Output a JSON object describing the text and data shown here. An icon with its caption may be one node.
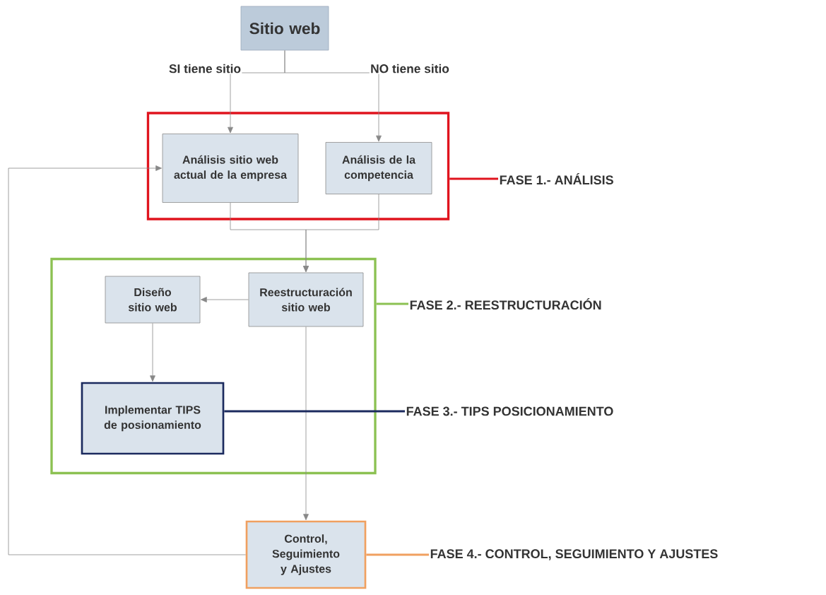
{
  "diagram": {
    "nodes": [
      {
        "text": [
          "Sitio web"
        ]
      },
      {
        "text": [],
        "shape": "box"
      },
      {
        "text": [
          "Análisis sitio web actual de la empresa"
        ],
        "in": 1
      },
      {
        "text": [
          "Análisis de la competencia"
        ],
        "in": 1
      },
      {
        "text": [
          "FASE 1.- ANÁLISIS"
        ]
      },
      {
        "text": [],
        "shape": "box"
      },
      {
        "text": [
          "Diseño sitio web"
        ],
        "in": 5
      },
      {
        "text": [
          "Reestructuración sitio web"
        ],
        "in": 5
      },
      {
        "text": [
          "Implementar TIPS de posionamiento"
        ],
        "in": 5
      },
      {
        "text": [
          "FASE 2.- REESTRUCTURACIÓN"
        ]
      },
      {
        "text": [
          "FASE 3.- TIPS POSICIONAMIENTO"
        ]
      },
      {
        "text": [
          "Control, Seguimiento y Ajustes"
        ]
      },
      {
        "text": [
          "FASE 4.- CONTROL, SEGUIMIENTO Y AJUSTES"
        ]
      }
    ],
    "edges": [
      {
        "from": 0,
        "to": 2,
        "arrow": "to",
        "label": "SI tiene sitio"
      },
      {
        "from": 0,
        "to": 3,
        "arrow": "to",
        "label": "NO tiene sitio"
      },
      {
        "from": 2,
        "to": 7,
        "arrow": "to"
      },
      {
        "from": 3,
        "to": 7,
        "arrow": "to"
      },
      {
        "from": 7,
        "to": 6,
        "arrow": "to"
      },
      {
        "from": 6,
        "to": 8,
        "arrow": "to"
      },
      {
        "from": 7,
        "to": 11,
        "arrow": "to"
      },
      {
        "from": 11,
        "to": 2,
        "arrow": "to"
      },
      {
        "from": 1,
        "to": 4,
        "arrow": "none",
        "style": "thick",
        "color": "#e0141e"
      },
      {
        "from": 5,
        "to": 9,
        "arrow": "none",
        "style": "thick",
        "color": "#8cc152"
      },
      {
        "from": 8,
        "to": 10,
        "arrow": "none",
        "style": "thick",
        "color": "#1b2a5e"
      },
      {
        "from": 11,
        "to": 12,
        "arrow": "none",
        "style": "thick",
        "color": "#f0a060"
      }
    ]
  }
}
